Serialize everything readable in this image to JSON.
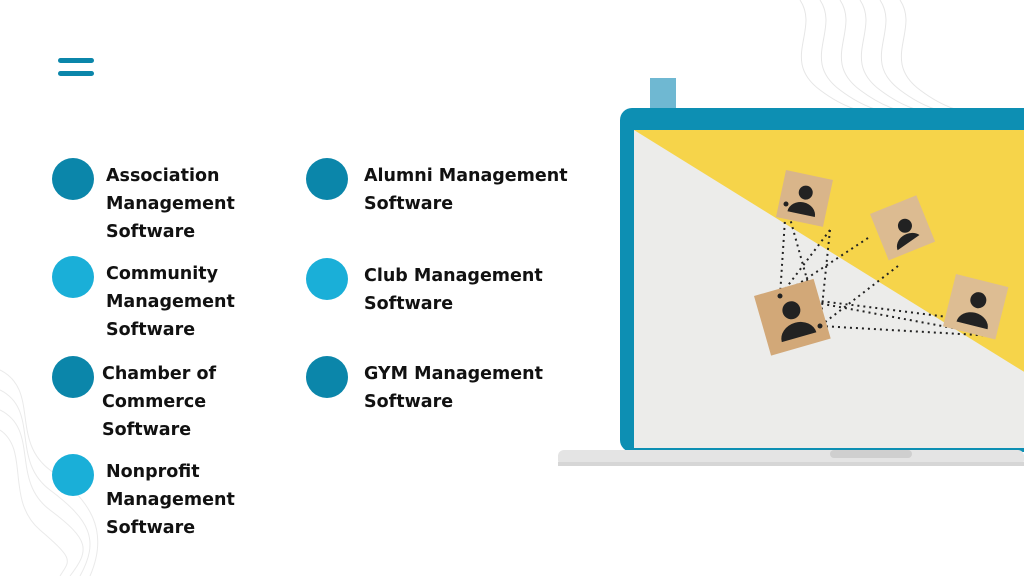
{
  "colors": {
    "accent_dark": "#0b86aa",
    "accent_light": "#1aafd8",
    "laptop_frame": "#0d8fb3",
    "tab": "#6fb8d2"
  },
  "menu": {
    "icon": "hamburger-menu-icon"
  },
  "left_column": [
    {
      "label": "Association\nManagement\nSoftware",
      "dot": "dark"
    },
    {
      "label": "Community\nManagement\nSoftware",
      "dot": "light"
    },
    {
      "label": "Chamber of\nCommerce\nSoftware",
      "dot": "dark"
    },
    {
      "label": "Nonprofit\nManagement\nSoftware",
      "dot": "light"
    }
  ],
  "right_column": [
    {
      "label": "Alumni Management\nSoftware",
      "dot": "dark"
    },
    {
      "label": "Club Management\nSoftware",
      "dot": "light"
    },
    {
      "label": "GYM Management\nSoftware",
      "dot": "dark"
    }
  ],
  "illustration": {
    "icon": "laptop-network-icon"
  }
}
